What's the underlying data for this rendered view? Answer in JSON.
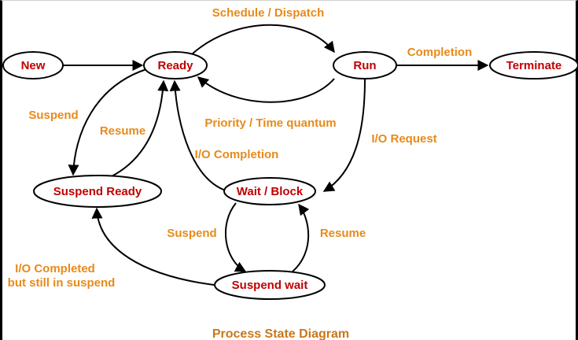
{
  "diagram": {
    "caption": "Process State Diagram",
    "states": {
      "new": "New",
      "ready": "Ready",
      "run": "Run",
      "terminate": "Terminate",
      "suspend_ready": "Suspend Ready",
      "wait_block": "Wait / Block",
      "suspend_wait": "Suspend wait"
    },
    "transitions": {
      "schedule_dispatch": "Schedule / Dispatch",
      "completion": "Completion",
      "priority_time_quantum": "Priority / Time quantum",
      "io_request": "I/O Request",
      "io_completion": "I/O Completion",
      "suspend_left": "Suspend",
      "resume_left": "Resume",
      "suspend_bottom": "Suspend",
      "resume_bottom": "Resume",
      "io_completed_line1": "I/O Completed",
      "io_completed_line2": "but still in suspend"
    },
    "colors": {
      "state_text": "#c00000",
      "transition_text": "#e88a1a",
      "caption_text": "#c8781c"
    }
  }
}
